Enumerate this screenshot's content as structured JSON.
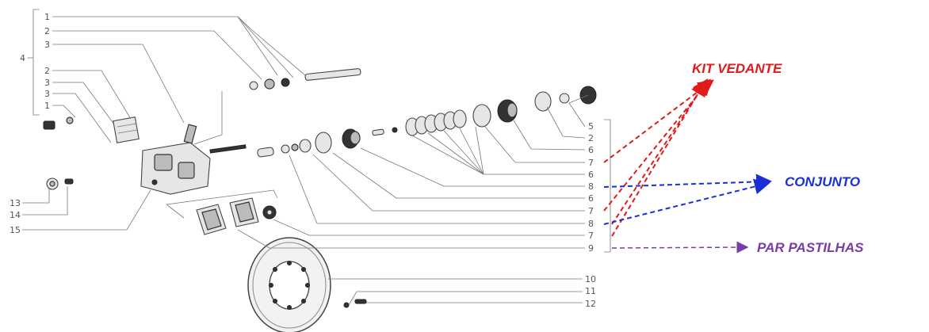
{
  "callouts": {
    "kit_vedante": "KIT VEDANTE",
    "conjunto": "CONJUNTO",
    "par_pastilhas": "PAR PASTILHAS"
  },
  "colors": {
    "kit_vedante": "#e01b1b",
    "conjunto": "#1a2fd6",
    "par_pastilhas": "#7a3ca8"
  },
  "left_numbers": {
    "group_label": "4",
    "top_1": "1",
    "top_2": "2",
    "top_3": "3",
    "mid_2": "2",
    "mid_3a": "3",
    "mid_3b": "3",
    "mid_1": "1",
    "n13": "13",
    "n14": "14",
    "n15": "15"
  },
  "right_numbers": [
    "5",
    "2",
    "6",
    "7",
    "6",
    "8",
    "6",
    "7",
    "8",
    "7",
    "9"
  ],
  "bottom_numbers": [
    "10",
    "11",
    "12"
  ]
}
